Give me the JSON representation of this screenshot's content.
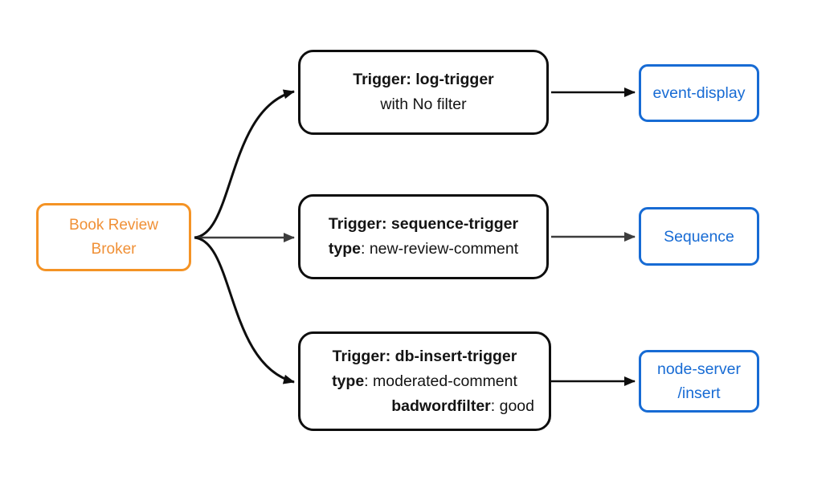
{
  "diagram_type": "event-flow-diagram",
  "colors": {
    "broker_orange_border": "#F49325",
    "broker_orange_text": "#F09036",
    "trigger_black": "#0e0e0e",
    "sink_blue": "#176BD4",
    "edge_dark": "#0e0e0e",
    "edge_gray": "#3d3d3d",
    "background": "#ffffff"
  },
  "broker": {
    "id": "broker",
    "lines": [
      "Book Review",
      "Broker"
    ]
  },
  "triggers": [
    {
      "id": "log-trigger",
      "lines": [
        {
          "bold": "Trigger: log-trigger",
          "rest": ""
        },
        {
          "bold": "",
          "rest": "with No filter"
        }
      ]
    },
    {
      "id": "sequence-trigger",
      "lines": [
        {
          "bold": "Trigger: sequence-trigger",
          "rest": ""
        },
        {
          "bold": "type",
          "rest": ": new-review-comment"
        }
      ]
    },
    {
      "id": "db-insert-trigger",
      "lines": [
        {
          "bold": "Trigger: db-insert-trigger",
          "rest": ""
        },
        {
          "bold": "type",
          "rest": ": moderated-comment"
        },
        {
          "bold": "badwordfilter",
          "rest": ": good"
        }
      ]
    }
  ],
  "sinks": [
    {
      "id": "event-display",
      "lines": [
        "event-display"
      ]
    },
    {
      "id": "sequence",
      "lines": [
        "Sequence"
      ]
    },
    {
      "id": "node-server-insert",
      "lines": [
        "node-server",
        "/insert"
      ]
    }
  ],
  "edges": [
    {
      "from": "broker",
      "to": "log-trigger"
    },
    {
      "from": "broker",
      "to": "sequence-trigger"
    },
    {
      "from": "broker",
      "to": "db-insert-trigger"
    },
    {
      "from": "log-trigger",
      "to": "event-display"
    },
    {
      "from": "sequence-trigger",
      "to": "sequence"
    },
    {
      "from": "db-insert-trigger",
      "to": "node-server-insert"
    }
  ]
}
